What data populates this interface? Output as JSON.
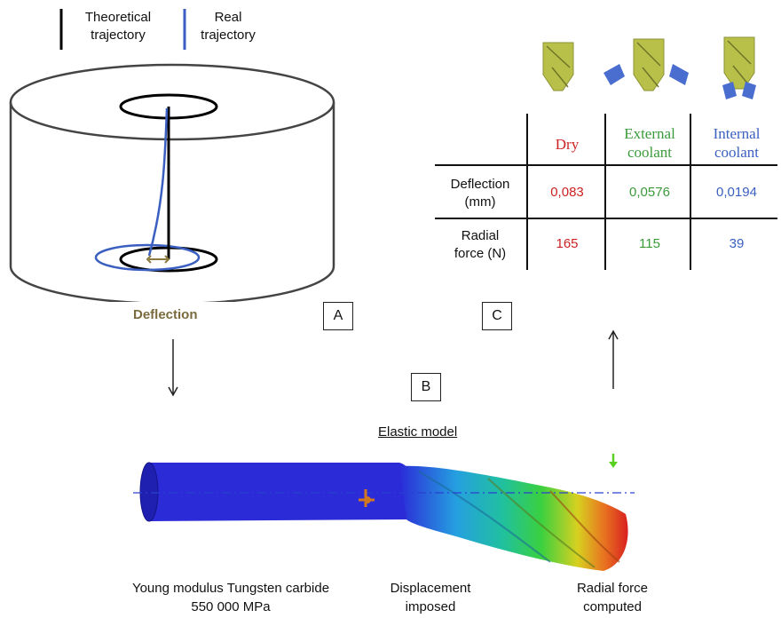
{
  "legend": {
    "theoretical": "Theoretical trajectory",
    "theoretical_line1": "Theoretical",
    "theoretical_line2": "trajectory",
    "real": "Real trajectory",
    "real_line1": "Real",
    "real_line2": "trajectory",
    "theoretical_color": "#000000",
    "real_color": "#3a5fc0"
  },
  "panel_a": {
    "deflection_label": "Deflection",
    "box_label": "A",
    "deflection_color": "#7a6b3e"
  },
  "panel_b": {
    "box_label": "B",
    "model_title": "Elastic model"
  },
  "panel_c": {
    "box_label": "C"
  },
  "table": {
    "columns": [
      {
        "label": "Dry",
        "color": "#cc2222"
      },
      {
        "label_line1": "External",
        "label_line2": "coolant",
        "label": "External coolant",
        "color": "#3a9a3a"
      },
      {
        "label_line1": "Internal",
        "label_line2": "coolant",
        "label": "Internal coolant",
        "color": "#3a5fc0"
      }
    ],
    "rows": [
      {
        "label_line1": "Deflection",
        "label_line2": "(mm)",
        "label": "Deflection (mm)",
        "values": [
          "0,083",
          "0,0576",
          "0,0194"
        ]
      },
      {
        "label_line1": "Radial",
        "label_line2": "force (N)",
        "label": "Radial force (N)",
        "values": [
          "165",
          "115",
          "39"
        ]
      }
    ]
  },
  "captions": {
    "young_line1": "Young modulus Tungsten carbide",
    "young_line2": "550 000 MPa",
    "displacement_line1": "Displacement",
    "displacement_line2": "imposed",
    "radial_line1": "Radial force",
    "radial_line2": "computed"
  },
  "colors": {
    "drill_body": "#b8c04a",
    "coolant_nozzle": "#4a6ed0",
    "model_shank": "#2b2bd8"
  }
}
